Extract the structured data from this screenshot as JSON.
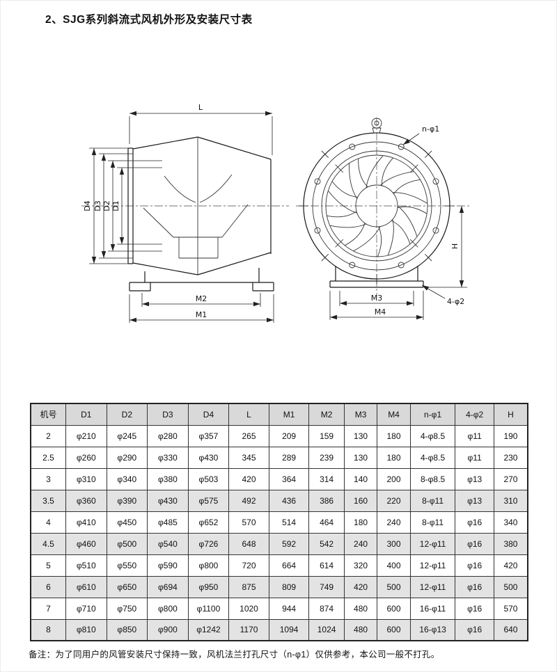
{
  "page": {
    "title": "2、SJG系列斜流式风机外形及安装尺寸表",
    "note": "备注：为了同用户的风管安装尺寸保持一致，风机法兰打孔尺寸（n-φ1）仅供参考，本公司一般不打孔。"
  },
  "drawing": {
    "labels": {
      "L": "L",
      "D4": "D4",
      "D3": "D3",
      "D2": "D2",
      "D1": "D1",
      "M2": "M2",
      "M1": "M1",
      "n_phi1": "n-φ1",
      "M3": "M3",
      "M4": "M4",
      "four_phi2": "4-φ2",
      "H": "H"
    }
  },
  "table": {
    "headers": [
      "机号",
      "D1",
      "D2",
      "D3",
      "D4",
      "L",
      "M1",
      "M2",
      "M3",
      "M4",
      "n-φ1",
      "4-φ2",
      "H"
    ],
    "rows": [
      {
        "shaded": false,
        "cells": [
          "2",
          "φ210",
          "φ245",
          "φ280",
          "φ357",
          "265",
          "209",
          "159",
          "130",
          "180",
          "4-φ8.5",
          "φ11",
          "190"
        ]
      },
      {
        "shaded": false,
        "cells": [
          "2.5",
          "φ260",
          "φ290",
          "φ330",
          "φ430",
          "345",
          "289",
          "239",
          "130",
          "180",
          "4-φ8.5",
          "φ11",
          "230"
        ]
      },
      {
        "shaded": false,
        "cells": [
          "3",
          "φ310",
          "φ340",
          "φ380",
          "φ503",
          "420",
          "364",
          "314",
          "140",
          "200",
          "8-φ8.5",
          "φ13",
          "270"
        ]
      },
      {
        "shaded": true,
        "cells": [
          "3.5",
          "φ360",
          "φ390",
          "φ430",
          "φ575",
          "492",
          "436",
          "386",
          "160",
          "220",
          "8-φ11",
          "φ13",
          "310"
        ]
      },
      {
        "shaded": false,
        "cells": [
          "4",
          "φ410",
          "φ450",
          "φ485",
          "φ652",
          "570",
          "514",
          "464",
          "180",
          "240",
          "8-φ11",
          "φ16",
          "340"
        ]
      },
      {
        "shaded": true,
        "cells": [
          "4.5",
          "φ460",
          "φ500",
          "φ540",
          "φ726",
          "648",
          "592",
          "542",
          "240",
          "300",
          "12-φ11",
          "φ16",
          "380"
        ]
      },
      {
        "shaded": false,
        "cells": [
          "5",
          "φ510",
          "φ550",
          "φ590",
          "φ800",
          "720",
          "664",
          "614",
          "320",
          "400",
          "12-φ11",
          "φ16",
          "420"
        ]
      },
      {
        "shaded": true,
        "cells": [
          "6",
          "φ610",
          "φ650",
          "φ694",
          "φ950",
          "875",
          "809",
          "749",
          "420",
          "500",
          "12-φ11",
          "φ16",
          "500"
        ]
      },
      {
        "shaded": false,
        "cells": [
          "7",
          "φ710",
          "φ750",
          "φ800",
          "φ1100",
          "1020",
          "944",
          "874",
          "480",
          "600",
          "16-φ11",
          "φ16",
          "570"
        ]
      },
      {
        "shaded": true,
        "cells": [
          "8",
          "φ810",
          "φ850",
          "φ900",
          "φ1242",
          "1170",
          "1094",
          "1024",
          "480",
          "600",
          "16-φ13",
          "φ16",
          "640"
        ]
      }
    ]
  }
}
